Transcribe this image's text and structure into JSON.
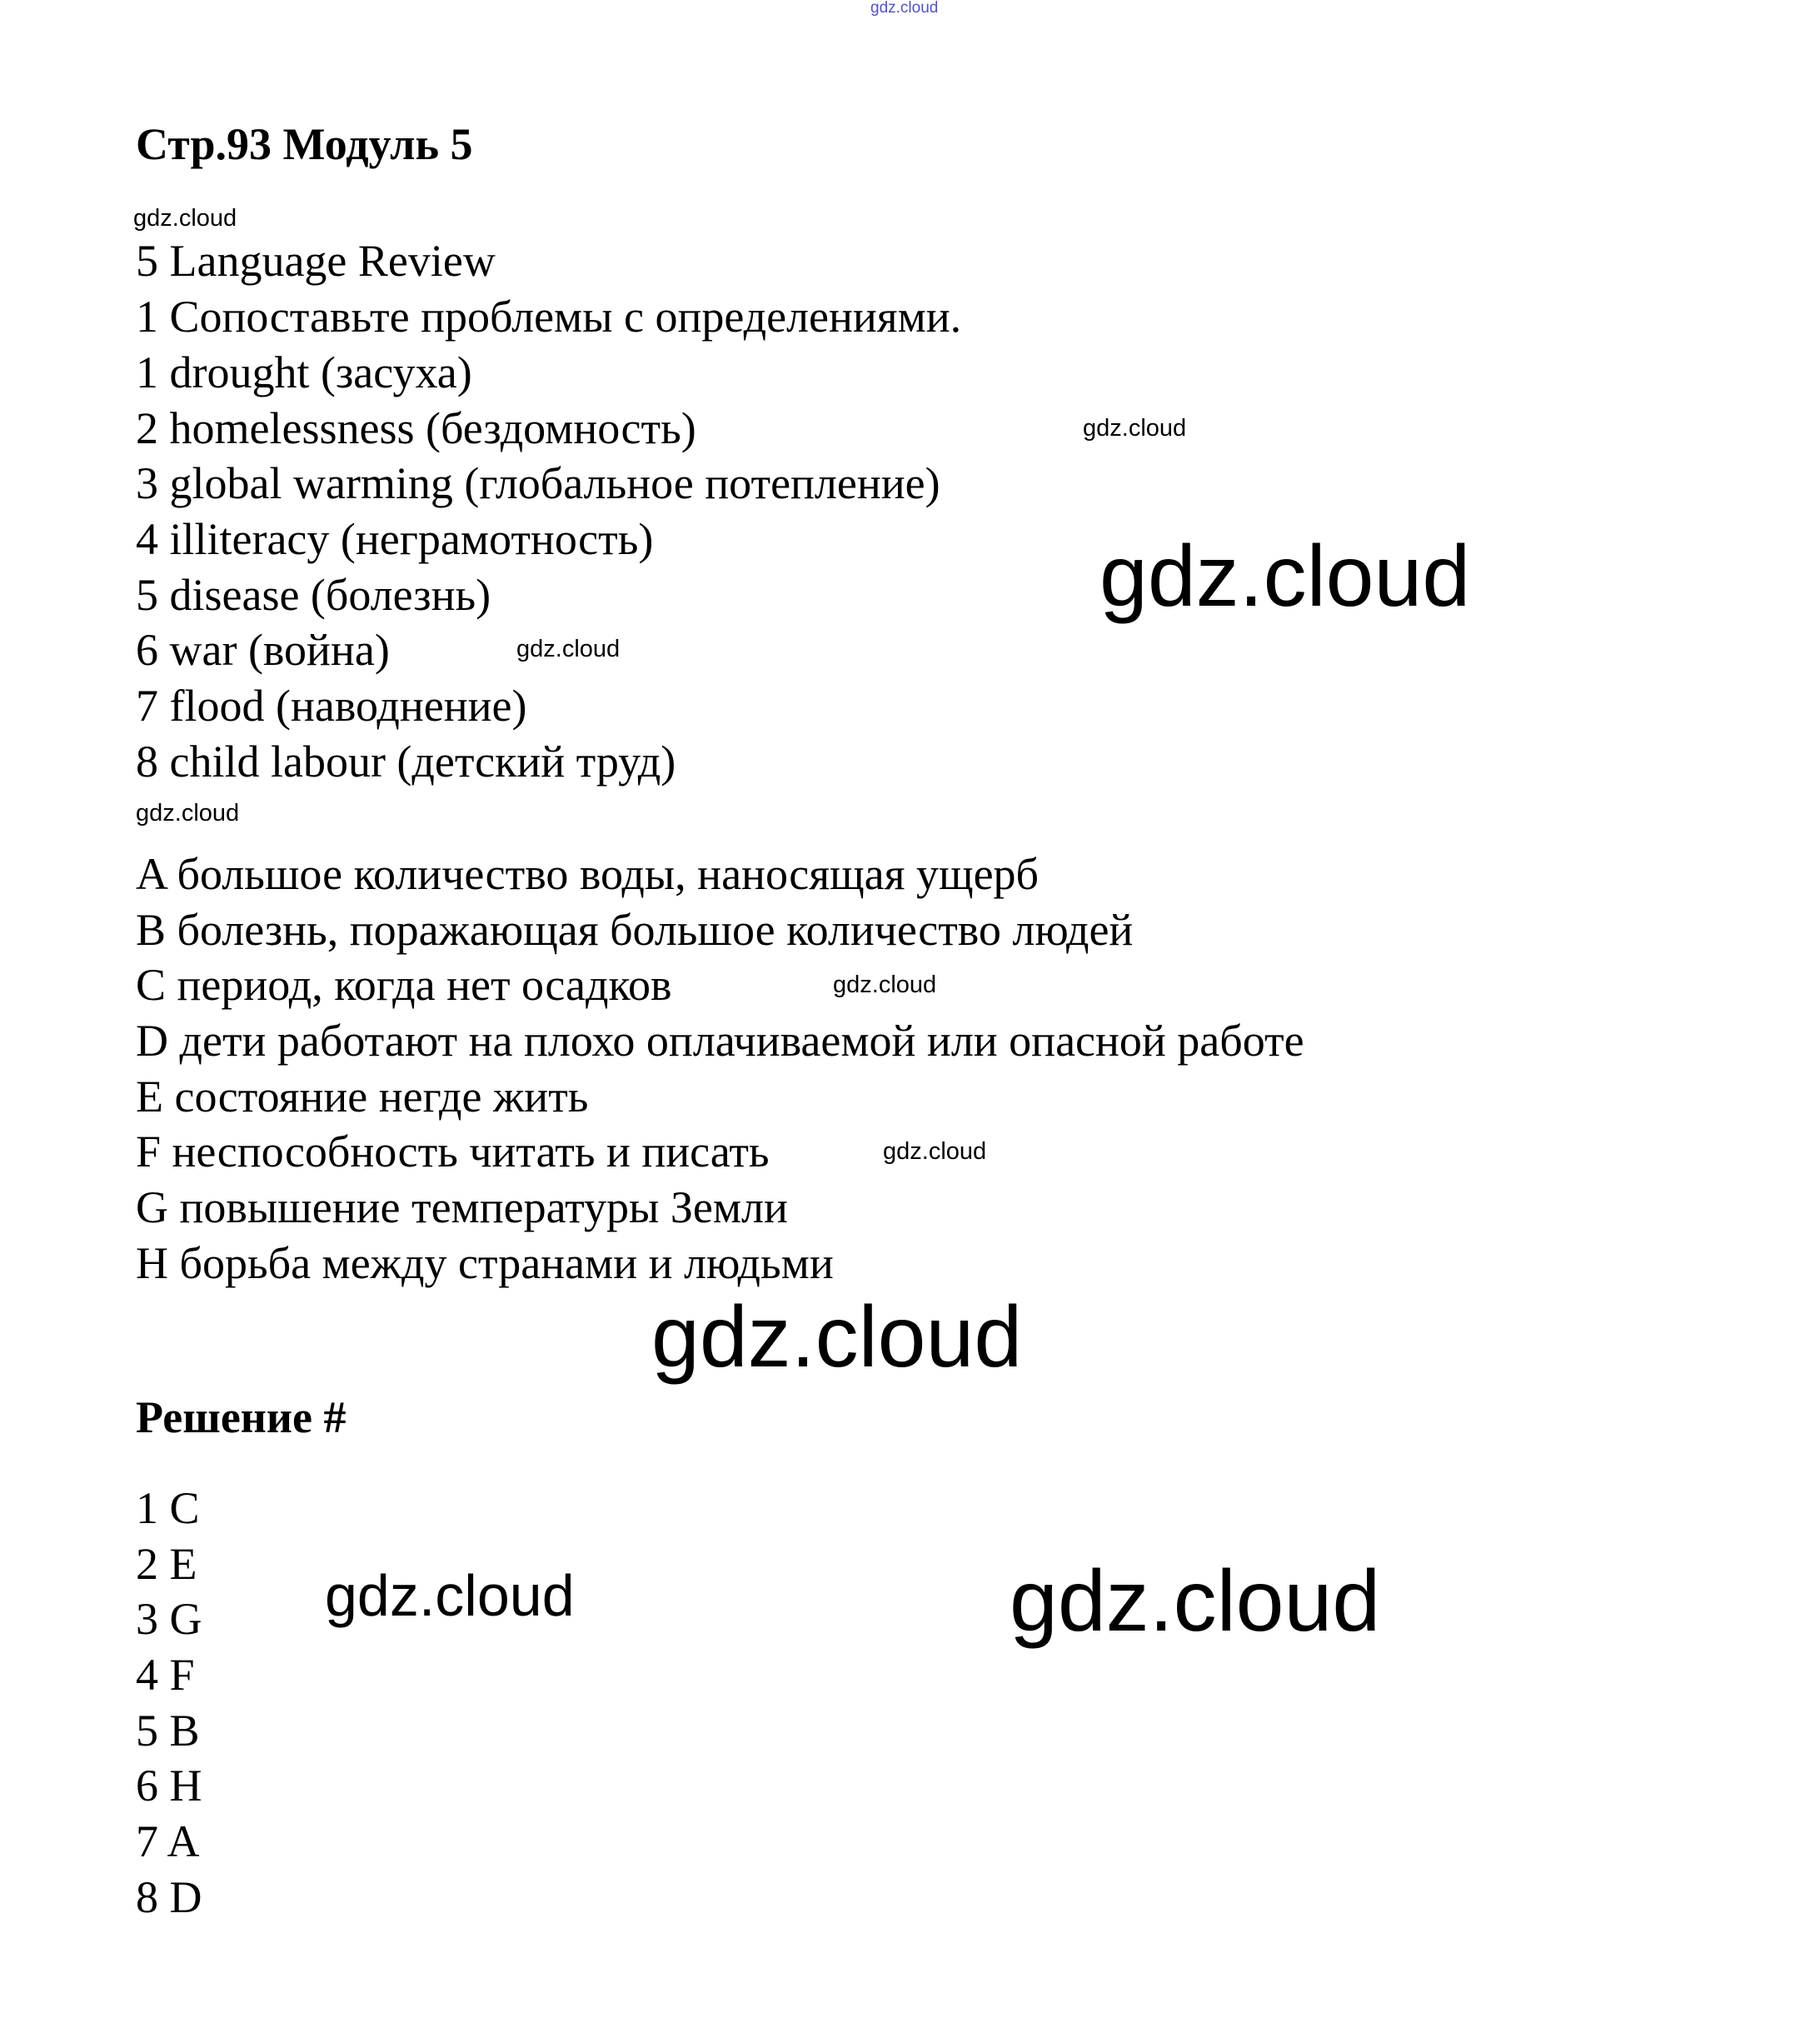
{
  "watermark": "gdz.cloud",
  "heading": "Стр.93 Модуль 5",
  "section": "5 Language Review",
  "task": "1 Сопоставьте проблемы с определениями.",
  "problems": [
    "1 drought (засуха)",
    "2 homelessness (бездомность)",
    "3 global warming (глобальное потепление)",
    "4 illiteracy (неграмотность)",
    "5 disease (болезнь)",
    "6 war (война)",
    "7 flood (наводнение)",
    "8 child labour (детский труд)"
  ],
  "definitions": [
    "A большое количество воды, наносящая ущерб",
    "B болезнь, поражающая большое количество людей",
    "C период, когда нет осадков",
    "D дети работают на плохо оплачиваемой или опасной работе",
    "E состояние негде жить",
    "F неспособность читать и писать",
    "G повышение температуры Земли",
    "H борьба между странами и людьми"
  ],
  "solution_title": "Решение #",
  "answers": [
    "1 C",
    "2 E",
    "3 G",
    "4 F",
    "5 B",
    "6 H",
    "7 A",
    "8 D"
  ]
}
